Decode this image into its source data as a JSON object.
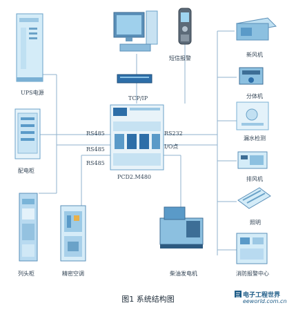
{
  "figure": {
    "caption": "图1   系统结构图",
    "controller_label": "PCD2.M480",
    "network_label": "TCP/IP",
    "links": {
      "rs485_1": "RS485",
      "rs485_2": "RS485",
      "rs485_3": "RS485",
      "rs232": "RS232",
      "io": "I/O点"
    }
  },
  "left_devices": [
    {
      "name": "ups",
      "label": "UPS电源"
    },
    {
      "name": "distribution-cabinet",
      "label": "配电柜"
    },
    {
      "name": "column-head-cabinet",
      "label": "列头柜"
    },
    {
      "name": "precision-ac",
      "label": "精密空调"
    }
  ],
  "top_devices": [
    {
      "name": "computer",
      "label": ""
    },
    {
      "name": "sms-alarm",
      "label": "短信报警"
    }
  ],
  "right_devices": [
    {
      "name": "fresh-air-unit",
      "label": "新风机"
    },
    {
      "name": "split-ac",
      "label": "分体机"
    },
    {
      "name": "leak-detection",
      "label": "漏水检测"
    },
    {
      "name": "exhaust-fan",
      "label": "排风机"
    },
    {
      "name": "lighting",
      "label": "照明"
    },
    {
      "name": "fire-alarm-center",
      "label": "消防报警中心"
    }
  ],
  "bottom_devices": [
    {
      "name": "diesel-generator",
      "label": "柴油发电机"
    }
  ],
  "watermark": {
    "title": "电子工程世界",
    "url": "eeworld.com.cn"
  },
  "colors": {
    "line": "#7fa8c8",
    "device": "#5a9ac8",
    "device_light": "#b8dcf0",
    "accent": "#1b5a86"
  }
}
